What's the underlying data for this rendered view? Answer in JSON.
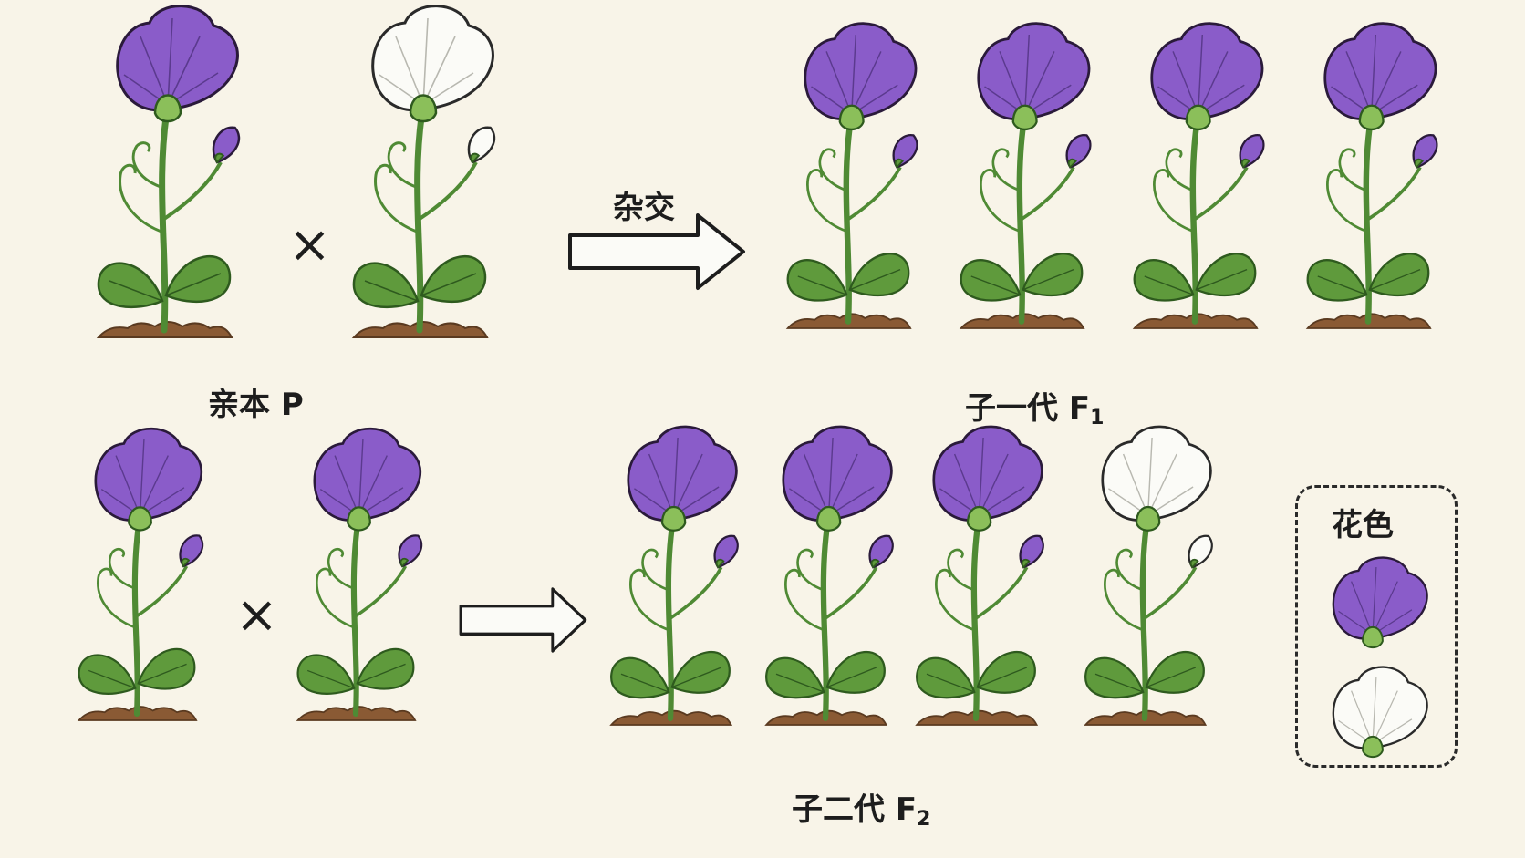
{
  "labels": {
    "parent": "亲本 P",
    "f1_prefix": "子一代 F",
    "f1_sub": "1",
    "f2_prefix": "子二代 F",
    "f2_sub": "2",
    "cross": "杂交",
    "legend_title": "花色"
  },
  "colors": {
    "purple": "#8a5cc9",
    "purple_dark": "#5b3a8e",
    "white": "#fbfbf7",
    "white_stroke": "#9a9a9a",
    "leaf": "#5f9a3c",
    "stem": "#4f8a34",
    "soil": "#8a5a34",
    "background": "#f8f4e8"
  },
  "parents": [
    "purple",
    "white"
  ],
  "f1": [
    "purple",
    "purple",
    "purple",
    "purple"
  ],
  "f2_parents": [
    "purple",
    "purple"
  ],
  "f2": [
    "purple",
    "purple",
    "purple",
    "white"
  ],
  "legend": [
    "purple",
    "white"
  ],
  "cross_symbol": "×"
}
